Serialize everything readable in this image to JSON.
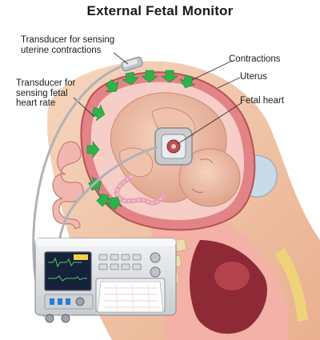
{
  "title": "External Fetal Monitor",
  "labels": {
    "transducer_contractions": [
      "Transducer for sensing",
      "uterine contractions"
    ],
    "transducer_heart": [
      "Transducer for",
      "sensing fetal",
      "heart rate"
    ],
    "contractions": "Contractions",
    "uterus": "Uterus",
    "fetal_heart": "Fetal heart"
  },
  "colors": {
    "arrow": "#2db34a",
    "uterus_wall": "#d9777a",
    "skin": "#f1c7a6",
    "monitor": "#e4e6e8",
    "screen": "#16213a"
  },
  "icons": [
    "green-arrow-icon",
    "transducer-icon"
  ]
}
